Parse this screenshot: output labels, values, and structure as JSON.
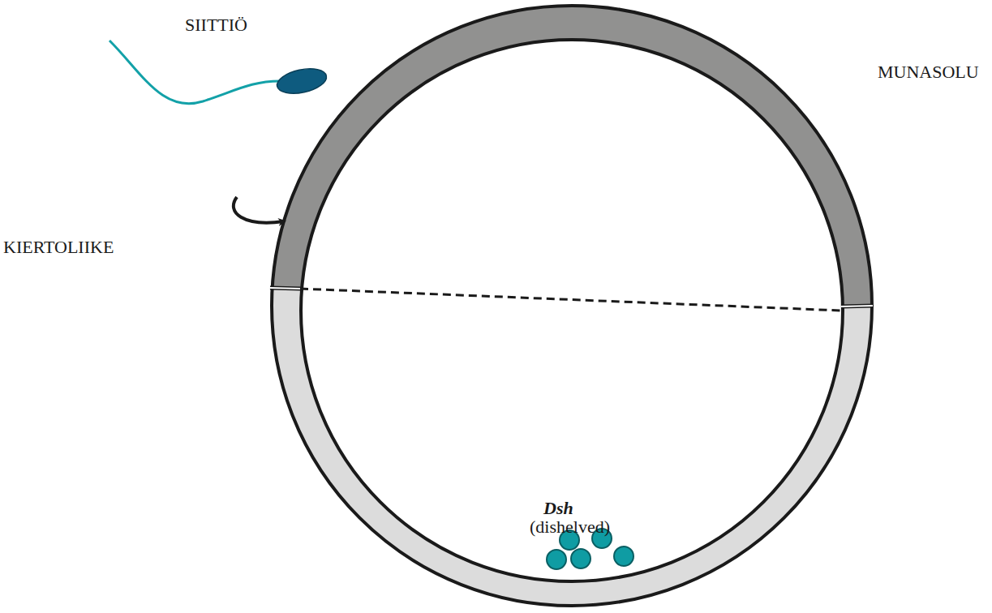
{
  "diagram": {
    "labels": [
      "SIITTIÖ",
      "MUNASOLU",
      "KIERTOLIIKE",
      "Dsh",
      "(dishelved)"
    ]
  }
}
